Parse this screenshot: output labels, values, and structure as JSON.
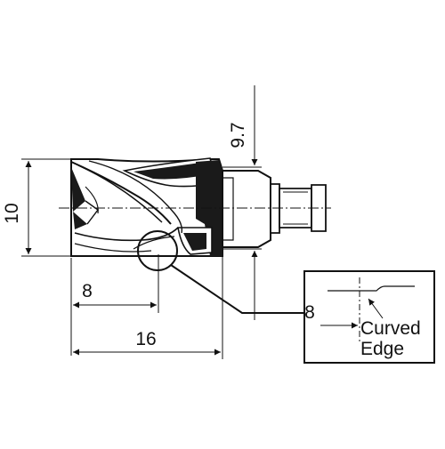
{
  "dimensions": {
    "height": "10",
    "neck_offset": "9.7",
    "edge_position": "8",
    "overall_length": "16"
  },
  "detail": {
    "position": "8",
    "label_line1": "Curved",
    "label_line2": "Edge"
  }
}
